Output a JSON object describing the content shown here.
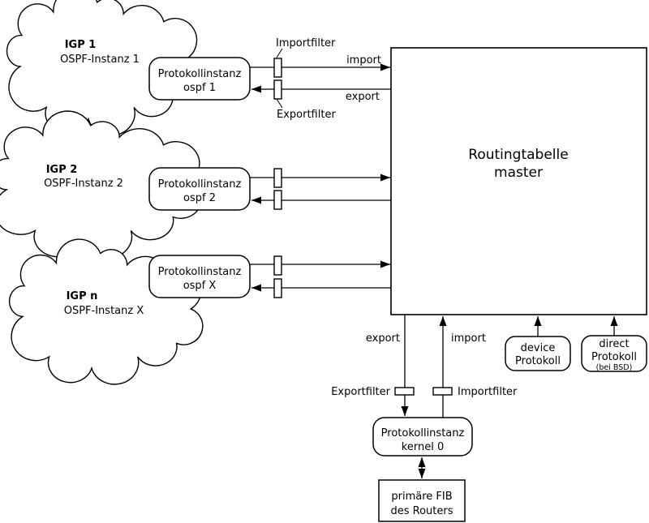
{
  "colors": {
    "line": "#000000",
    "background": "#ffffff"
  },
  "clouds": [
    {
      "title": "IGP 1",
      "subtitle": "OSPF-Instanz 1"
    },
    {
      "title": "IGP 2",
      "subtitle": "OSPF-Instanz 2"
    },
    {
      "title": "IGP n",
      "subtitle": "OSPF-Instanz X"
    }
  ],
  "protocol_instances": [
    {
      "line1": "Protokollinstanz",
      "line2": "ospf 1"
    },
    {
      "line1": "Protokollinstanz",
      "line2": "ospf 2"
    },
    {
      "line1": "Protokollinstanz",
      "line2": "ospf X"
    }
  ],
  "routing_table": {
    "line1": "Routingtabelle",
    "line2": "master"
  },
  "filters_top": {
    "import_label": "Importfilter",
    "export_label": "Exportfilter"
  },
  "flow_labels_top": {
    "import": "import",
    "export": "export"
  },
  "flow_labels_bottom": {
    "export": "export",
    "import": "import"
  },
  "filters_bottom": {
    "export_label": "Exportfilter",
    "import_label": "Importfilter"
  },
  "device_protocol": {
    "line1": "device",
    "line2": "Protokoll"
  },
  "direct_protocol": {
    "line1": "direct",
    "line2": "Protokoll",
    "note": "(bei BSD)"
  },
  "kernel_instance": {
    "line1": "Protokollinstanz",
    "line2": "kernel 0"
  },
  "fib": {
    "line1": "primäre FIB",
    "line2": "des Routers"
  }
}
